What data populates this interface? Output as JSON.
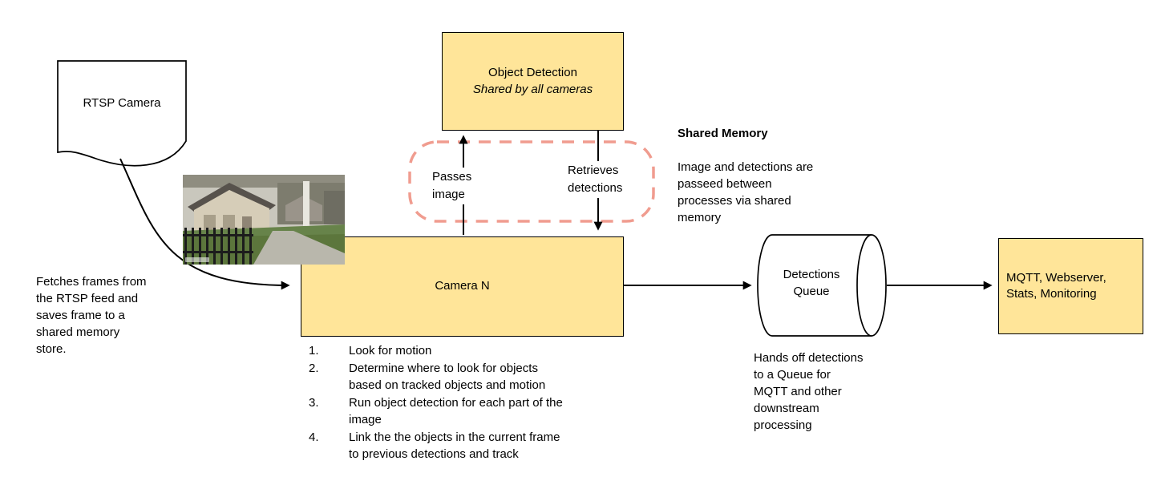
{
  "colors": {
    "node_fill": "#FFE599",
    "node_border": "#000000",
    "shared_memory_dash": "#F09C8F",
    "arrow": "#000000"
  },
  "nodes": {
    "rtsp_camera_label": "RTSP Camera",
    "object_detection_title": "Object Detection",
    "object_detection_subtitle": "Shared by all cameras",
    "camera_n_label": "Camera N",
    "detections_queue_label": "Detections\nQueue",
    "mqtt_label": "MQTT, Webserver, Stats, Monitoring"
  },
  "edge_labels": {
    "passes_image": "Passes\nimage",
    "retrieves_detections": "Retrieves\ndetections"
  },
  "annotations": {
    "shared_memory_title": "Shared Memory",
    "shared_memory_body": "Image and detections are\npasseed between\nprocesses via shared\nmemory",
    "fetch_note": "Fetches frames from\nthe RTSP feed and\nsaves frame to a\nshared memory\nstore.",
    "queue_note": "Hands off detections\nto a Queue for\nMQTT and other\ndownstream\nprocessing",
    "camera_steps": [
      {
        "num": "1.",
        "text": "Look for motion"
      },
      {
        "num": "2.",
        "text": "Determine where to look for objects\nbased on tracked objects and motion"
      },
      {
        "num": "3.",
        "text": "Run object detection for each part of the\nimage"
      },
      {
        "num": "4.",
        "text": "Link the the objects in the current frame\nto previous detections and track"
      }
    ]
  }
}
